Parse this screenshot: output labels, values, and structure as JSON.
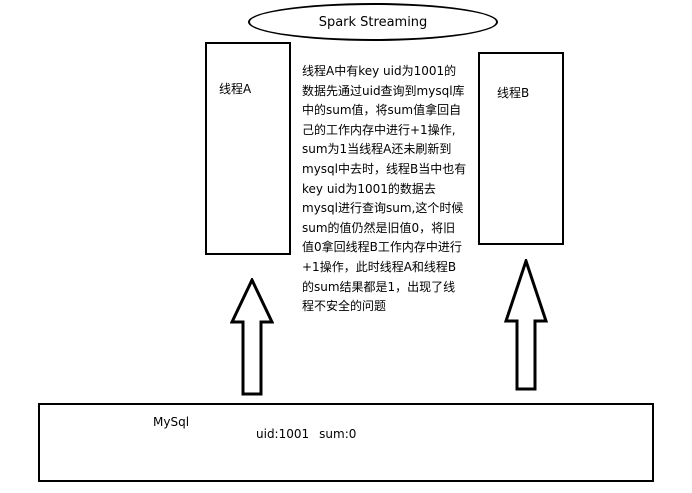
{
  "diagram": {
    "title": "Spark Streaming",
    "thread_a_label": "线程A",
    "thread_b_label": "线程B",
    "description_lines": [
      "线程A中有key uid为1001的",
      "数据先通过uid查询到mysql库",
      "中的sum值，将sum值拿回自",
      "己的工作内存中进行+1操作,",
      "sum为1当线程A还未刷新到",
      "mysql中去时，线程B当中也有",
      "key uid为1001的数据去",
      "mysql进行查询sum,这个时候",
      "sum的值仍然是旧值0，将旧",
      "值0拿回线程B工作内存中进行",
      "+1操作，此时线程A和线程B",
      "的sum结果都是1，出现了线",
      "程不安全的问题"
    ],
    "mysql": {
      "label": "MySql",
      "uid_text": "uid:1001",
      "sum_text": "sum:0"
    }
  }
}
